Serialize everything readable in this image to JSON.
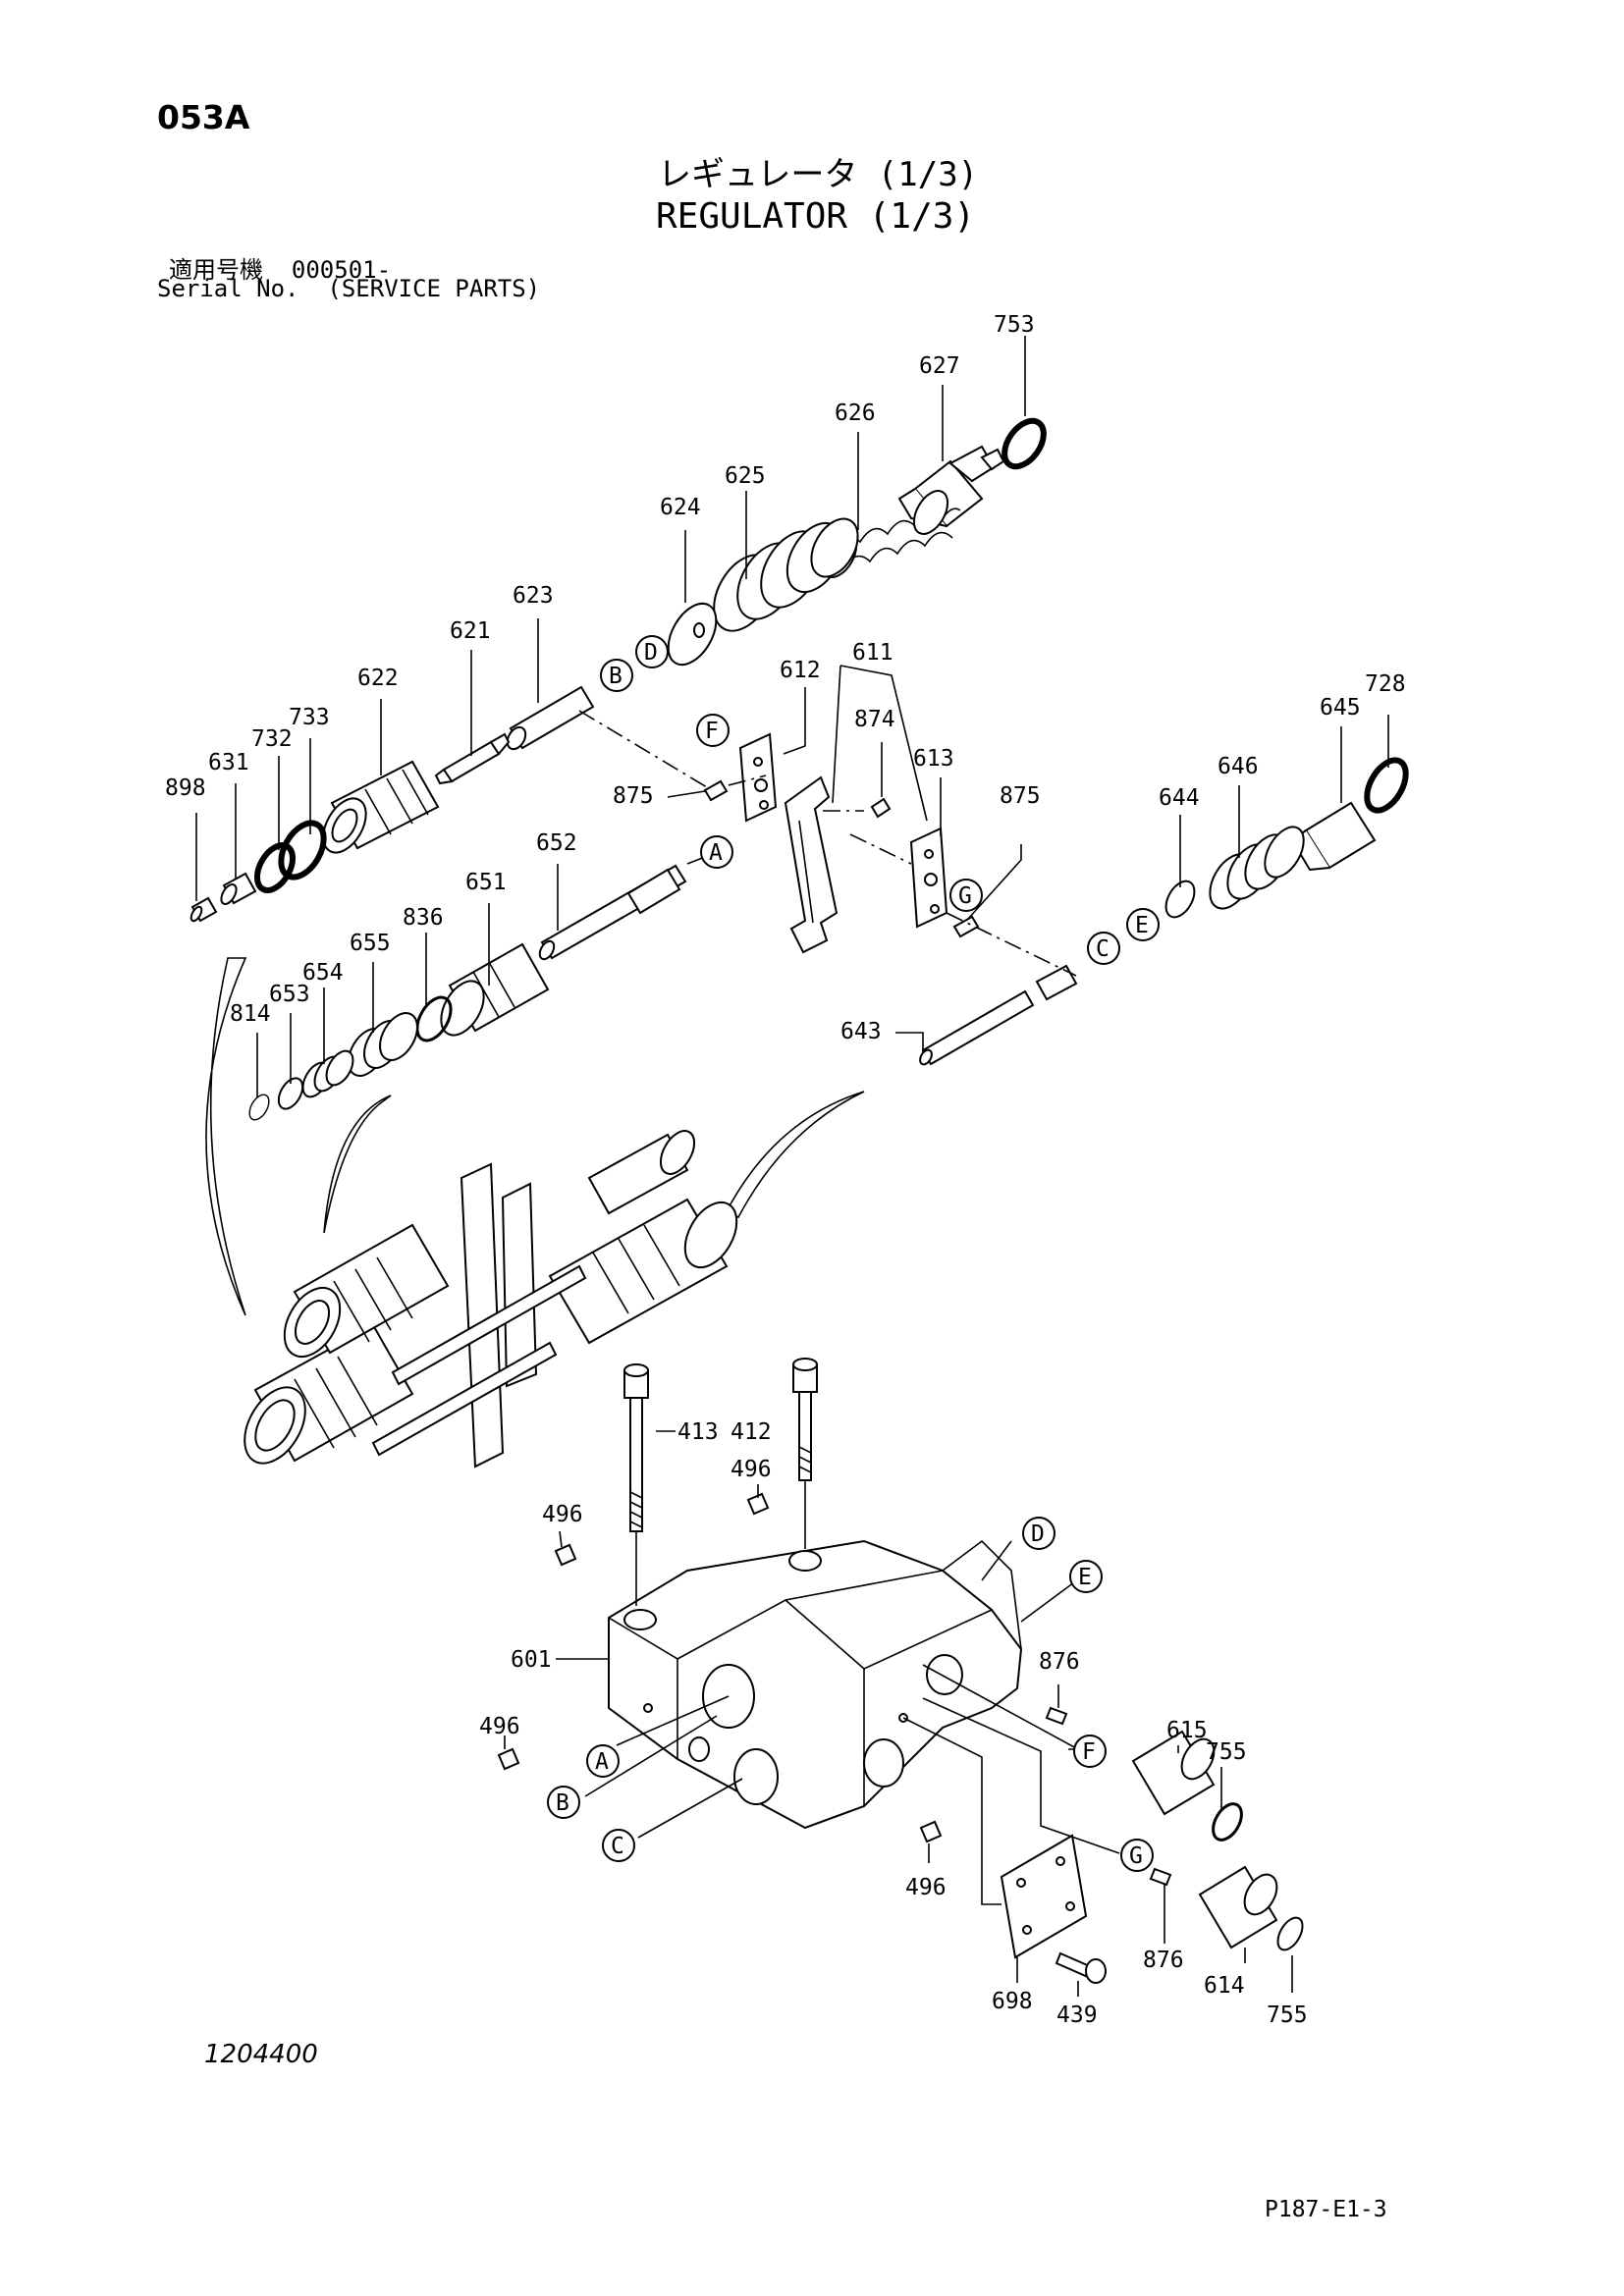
{
  "header": {
    "page_code": "053A",
    "title_jp": "レギュレータ (1/3)",
    "title_en": "REGULATOR (1/3)",
    "serial_jp": "適用号機  000501-",
    "serial_en": "Serial No.  (SERVICE PARTS)"
  },
  "footer": {
    "drawing_no": "1204400",
    "page_ref": "P187-E1-3"
  },
  "parts": [
    {
      "num": "753"
    },
    {
      "num": "627"
    },
    {
      "num": "626"
    },
    {
      "num": "625"
    },
    {
      "num": "624"
    },
    {
      "num": "623"
    },
    {
      "num": "621"
    },
    {
      "num": "622"
    },
    {
      "num": "733"
    },
    {
      "num": "732"
    },
    {
      "num": "631"
    },
    {
      "num": "898"
    },
    {
      "num": "612"
    },
    {
      "num": "611"
    },
    {
      "num": "874"
    },
    {
      "num": "875"
    },
    {
      "num": "613"
    },
    {
      "num": "875"
    },
    {
      "num": "728"
    },
    {
      "num": "645"
    },
    {
      "num": "646"
    },
    {
      "num": "644"
    },
    {
      "num": "652"
    },
    {
      "num": "651"
    },
    {
      "num": "836"
    },
    {
      "num": "655"
    },
    {
      "num": "654"
    },
    {
      "num": "653"
    },
    {
      "num": "814"
    },
    {
      "num": "643"
    },
    {
      "num": "413"
    },
    {
      "num": "412"
    },
    {
      "num": "496"
    },
    {
      "num": "496"
    },
    {
      "num": "601"
    },
    {
      "num": "496"
    },
    {
      "num": "496"
    },
    {
      "num": "876"
    },
    {
      "num": "615"
    },
    {
      "num": "755"
    },
    {
      "num": "876"
    },
    {
      "num": "614"
    },
    {
      "num": "755"
    },
    {
      "num": "698"
    },
    {
      "num": "439"
    }
  ],
  "callouts": [
    {
      "letter": "D"
    },
    {
      "letter": "B"
    },
    {
      "letter": "F"
    },
    {
      "letter": "A"
    },
    {
      "letter": "G"
    },
    {
      "letter": "C"
    },
    {
      "letter": "E"
    },
    {
      "letter": "D"
    },
    {
      "letter": "E"
    },
    {
      "letter": "F"
    },
    {
      "letter": "A"
    },
    {
      "letter": "B"
    },
    {
      "letter": "C"
    },
    {
      "letter": "G"
    }
  ]
}
